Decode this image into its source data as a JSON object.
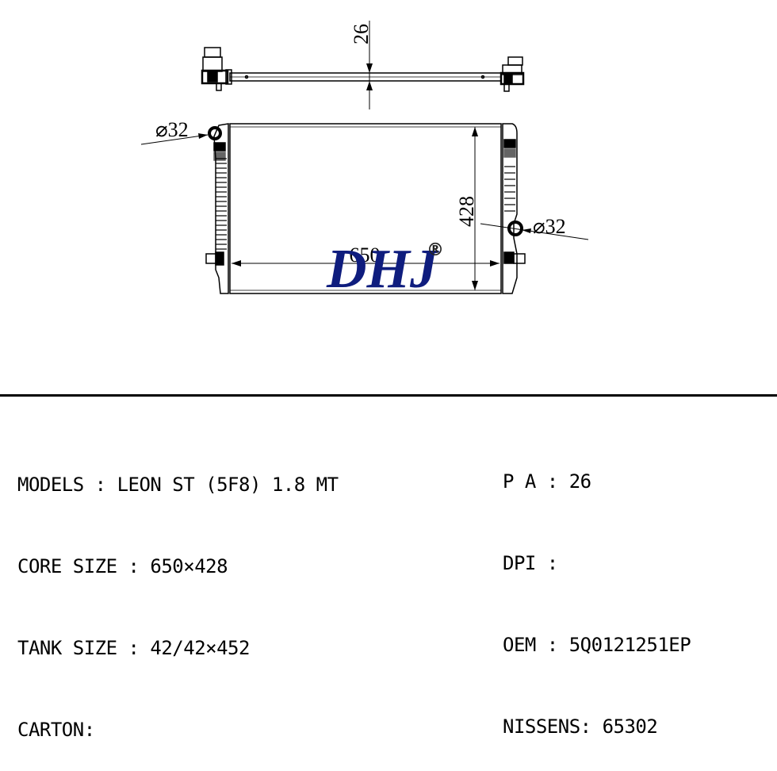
{
  "drawing": {
    "dimensions": {
      "thickness": "26",
      "width": "650",
      "height": "428",
      "inlet_diameter": "⌀32",
      "outlet_diameter": "⌀32"
    },
    "logo": {
      "text": "DHJ",
      "registered_mark": "®",
      "color": "#0f1d7e"
    }
  },
  "specs": {
    "left": [
      {
        "label": "MODELS",
        "sep": " : ",
        "value": "LEON ST (5F8) 1.8 MT"
      },
      {
        "label": "CORE SIZE",
        "sep": " : ",
        "value": "650×428"
      },
      {
        "label": "TANK SIZE",
        "sep": " : ",
        "value": "42/42×452"
      },
      {
        "label": "CARTON",
        "sep": ":",
        "value": ""
      }
    ],
    "right": [
      {
        "label": "P A",
        "sep": " : ",
        "value": "26"
      },
      {
        "label": "DPI",
        "sep": " :",
        "value": ""
      },
      {
        "label": "OEM",
        "sep": " : ",
        "value": "5Q0121251EP"
      },
      {
        "label": "NISSENS",
        "sep": ": ",
        "value": "65302"
      }
    ]
  }
}
